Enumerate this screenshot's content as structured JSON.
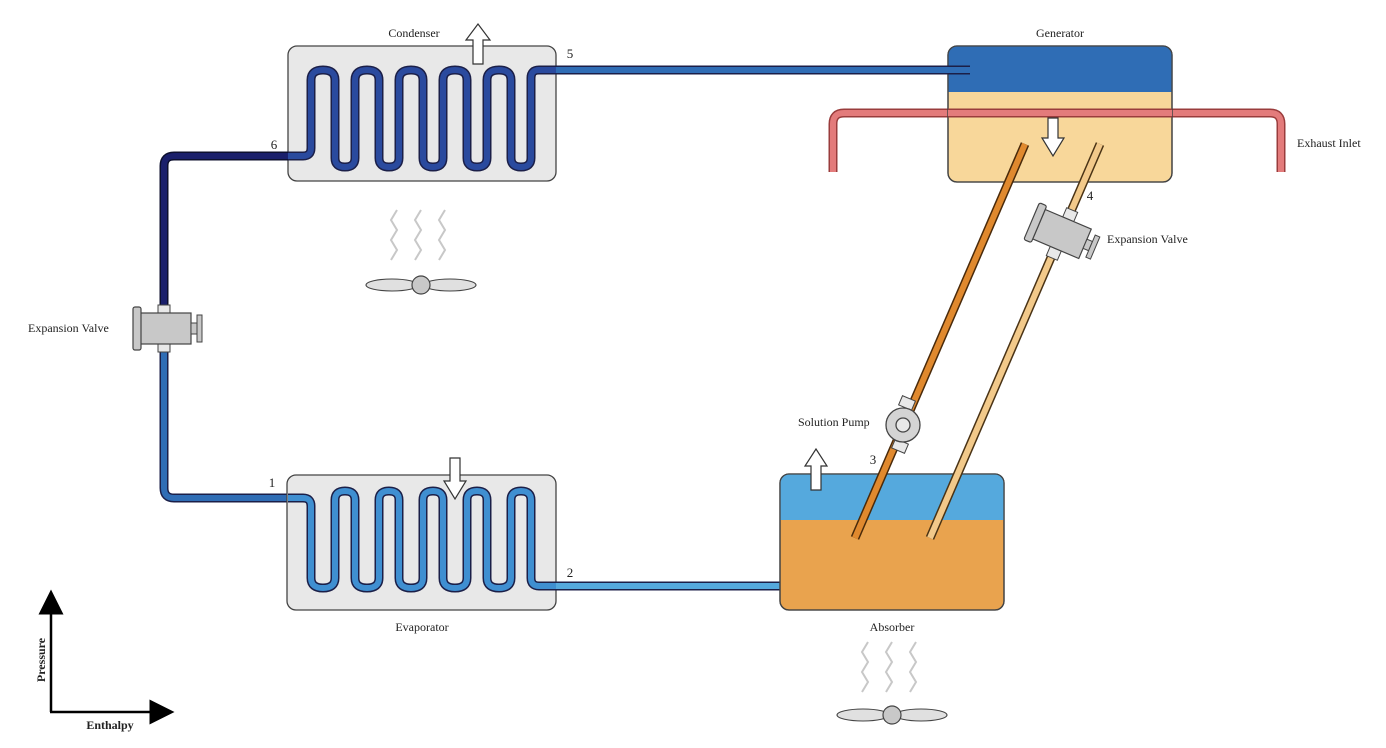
{
  "components": {
    "condenser": "Condenser",
    "generator": "Generator",
    "evaporator": "Evaporator",
    "absorber": "Absorber",
    "exhaust_inlet": "Exhaust Inlet",
    "expansion_valve_left": "Expansion Valve",
    "expansion_valve_right": "Expansion Valve",
    "solution_pump": "Solution Pump"
  },
  "state_points": [
    "1",
    "2",
    "3",
    "4",
    "5",
    "6"
  ],
  "axes": {
    "y_label": "Pressure",
    "x_label": "Enthalpy"
  },
  "colors": {
    "refrigerant_liquid": "#1a1f6b",
    "refrigerant_vapor": "#2f6db5",
    "evaporator_coil": "#3f8fd1",
    "strong_solution": "#e0892e",
    "weak_solution": "#f2c98a",
    "exhaust": "#e37b7b",
    "generator_vapor": "#2f6db5",
    "generator_liquid": "#f8d79a",
    "absorber_vapor": "#55a9dd",
    "absorber_liquid": "#e9a34e",
    "box_fill": "#e8e8e8"
  }
}
